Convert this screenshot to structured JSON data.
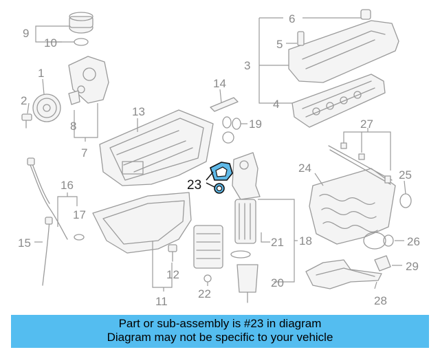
{
  "callouts": [
    {
      "id": "1",
      "label": "1"
    },
    {
      "id": "2",
      "label": "2"
    },
    {
      "id": "3",
      "label": "3"
    },
    {
      "id": "4",
      "label": "4"
    },
    {
      "id": "5",
      "label": "5"
    },
    {
      "id": "6",
      "label": "6"
    },
    {
      "id": "7",
      "label": "7"
    },
    {
      "id": "8",
      "label": "8"
    },
    {
      "id": "9",
      "label": "9"
    },
    {
      "id": "10",
      "label": "10"
    },
    {
      "id": "11",
      "label": "11"
    },
    {
      "id": "12",
      "label": "12"
    },
    {
      "id": "13",
      "label": "13"
    },
    {
      "id": "14",
      "label": "14"
    },
    {
      "id": "15",
      "label": "15"
    },
    {
      "id": "16",
      "label": "16"
    },
    {
      "id": "17",
      "label": "17"
    },
    {
      "id": "18",
      "label": "18"
    },
    {
      "id": "19",
      "label": "19"
    },
    {
      "id": "20",
      "label": "20"
    },
    {
      "id": "21",
      "label": "21"
    },
    {
      "id": "22",
      "label": "22"
    },
    {
      "id": "23",
      "label": "23"
    },
    {
      "id": "24",
      "label": "24"
    },
    {
      "id": "25",
      "label": "25"
    },
    {
      "id": "26",
      "label": "26"
    },
    {
      "id": "27",
      "label": "27"
    },
    {
      "id": "28",
      "label": "28"
    },
    {
      "id": "29",
      "label": "29"
    }
  ],
  "highlighted_part": "23",
  "colors": {
    "highlight": "#5fb9e8",
    "banner": "#54bdf0",
    "line": "#9a9a9a"
  },
  "banner": {
    "line1": "Part or sub-assembly is #23 in diagram",
    "line2": "Diagram may not be specific to your vehicle"
  }
}
